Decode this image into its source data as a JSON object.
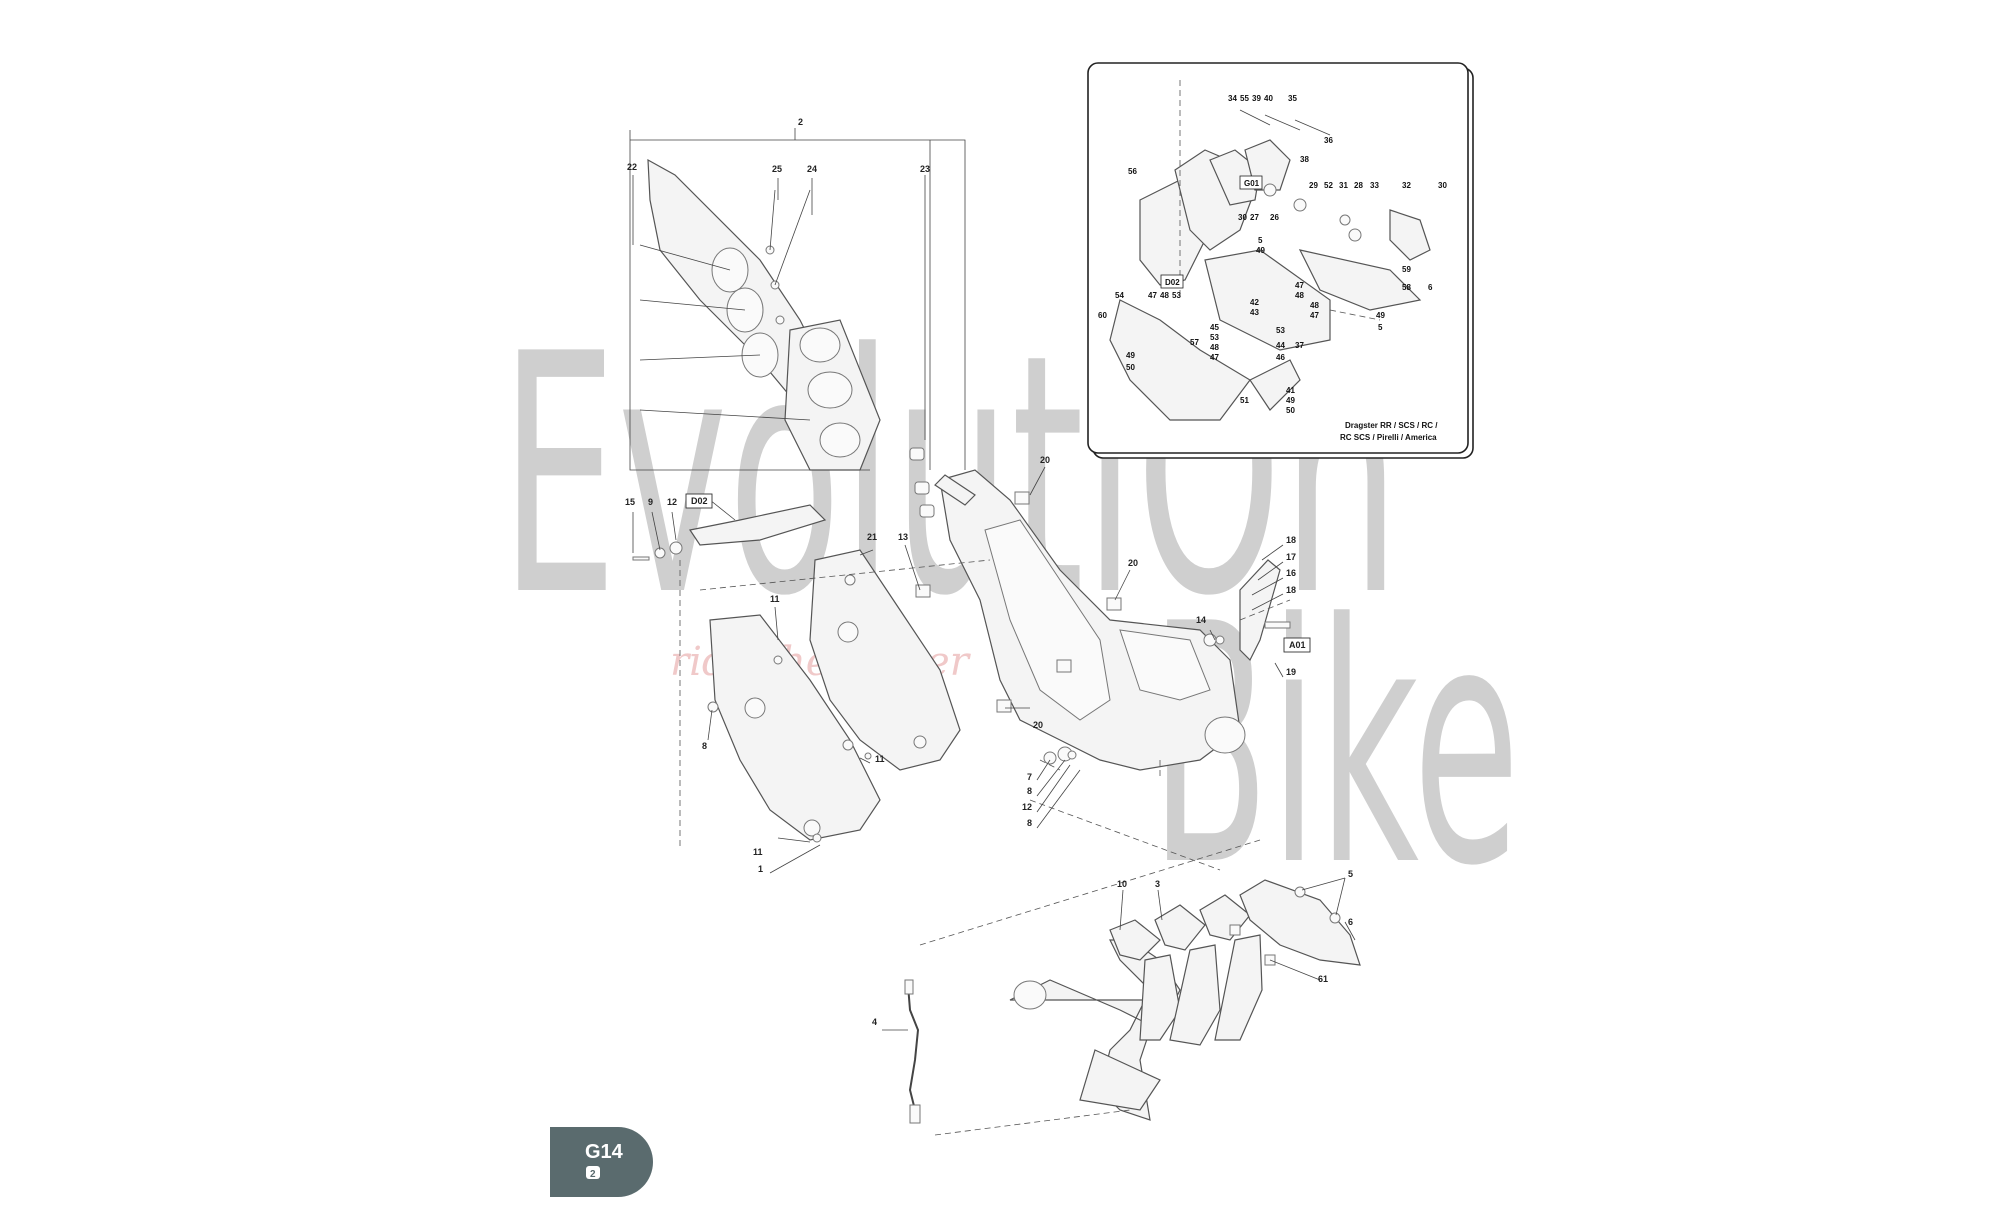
{
  "watermark": {
    "line1": "EvolutiOn",
    "line2": "Bike",
    "tagline": "ride the power"
  },
  "inset": {
    "caption_line1": "Dragster RR / SCS / RC /",
    "caption_line2": "RC SCS / Pirelli / America"
  },
  "page_badge": {
    "code": "G14",
    "sub": "2"
  },
  "callouts": {
    "c2": "2",
    "c22": "22",
    "c25": "25",
    "c24": "24",
    "c23": "23",
    "c20a": "20",
    "c20b": "20",
    "c20c": "20",
    "c15": "15",
    "c9": "9",
    "c12a": "12",
    "d02": "D02",
    "c21": "21",
    "c13": "13",
    "c11a": "11",
    "c11b": "11",
    "c11c": "11",
    "c8a": "8",
    "c1": "1",
    "c18a": "18",
    "c17": "17",
    "c16": "16",
    "c18b": "18",
    "c14": "14",
    "a01": "A01",
    "c19": "19",
    "c7": "7",
    "c8b": "8",
    "c12b": "12",
    "c8c": "8",
    "c10": "10",
    "c3": "3",
    "c5": "5",
    "c6": "6",
    "c61": "61",
    "c4": "4"
  },
  "inset_callouts": {
    "i34": "34",
    "i55": "55",
    "i39": "39",
    "i40": "40",
    "i35": "35",
    "i36": "36",
    "i38": "38",
    "i56": "56",
    "g01": "G01",
    "i29": "29",
    "i52": "52",
    "i31": "31",
    "i28": "28",
    "i33": "33",
    "i32": "32",
    "i30a": "30",
    "i30b": "30",
    "i27": "27",
    "i26": "26",
    "i5a": "5",
    "i49a": "49",
    "d02": "D02",
    "i59": "59",
    "i58": "58",
    "i6": "6",
    "i47a": "47",
    "i48a": "48",
    "i47b": "47",
    "i48b": "48",
    "i53a": "53",
    "i54": "54",
    "i42": "42",
    "i43": "43",
    "i48c": "48",
    "i47c": "47",
    "i49b": "49",
    "i60": "60",
    "i45": "45",
    "i53b": "53",
    "i57": "57",
    "i48d": "48",
    "i47d": "47",
    "i53c": "53",
    "i44": "44",
    "i37": "37",
    "i5b": "5",
    "i46": "46",
    "i49c": "49",
    "i50a": "50",
    "i41": "41",
    "i49d": "49",
    "i51": "51",
    "i50b": "50"
  }
}
